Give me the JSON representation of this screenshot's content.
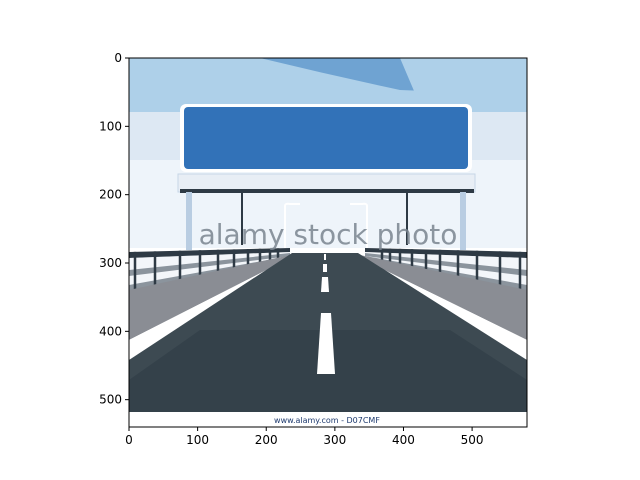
{
  "image": {
    "description_free": true,
    "extent": {
      "x": [
        0,
        580
      ],
      "y": [
        540,
        0
      ]
    }
  },
  "axes": {
    "x_ticks": [
      0,
      100,
      200,
      300,
      400,
      500
    ],
    "y_ticks": [
      0,
      100,
      200,
      300,
      400,
      500
    ],
    "x_tick_labels": [
      "0",
      "100",
      "200",
      "300",
      "400",
      "500"
    ],
    "y_tick_labels": [
      "0",
      "100",
      "200",
      "300",
      "400",
      "500"
    ]
  },
  "watermark": {
    "text": "alamy stock photo",
    "credit": "www.alamy.com - D07CMF"
  },
  "colors": {
    "sky_dark": "#6fa3d2",
    "sky_light": "#aed0e9",
    "sign_blue": "#3272b8",
    "road_dark": "#3d4a52",
    "road_edge": "#8a8d94",
    "rail": "#2e3a45"
  }
}
